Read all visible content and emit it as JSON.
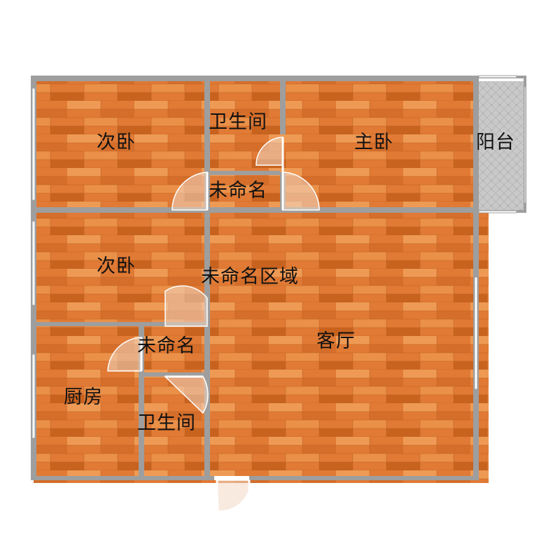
{
  "colors": {
    "floor_base": "#E07A35",
    "floor_light": "#EE9A55",
    "floor_dark": "#C8631F",
    "wall": "#9E9E9E",
    "balcony_tile": "#C9C9C9",
    "door_swing": "#F3D9C4",
    "window": "#FFFFFF"
  },
  "rooms": {
    "bedroom_top_left": "次卧",
    "bathroom_top": "卫生间",
    "master_bedroom": "主卧",
    "balcony": "阳台",
    "unnamed_top": "未命名",
    "bedroom_mid_left": "次卧",
    "unnamed_area": "未命名区域",
    "living_room": "客厅",
    "unnamed_bottom": "未命名",
    "kitchen": "厨房",
    "bathroom_bottom": "卫生间"
  }
}
